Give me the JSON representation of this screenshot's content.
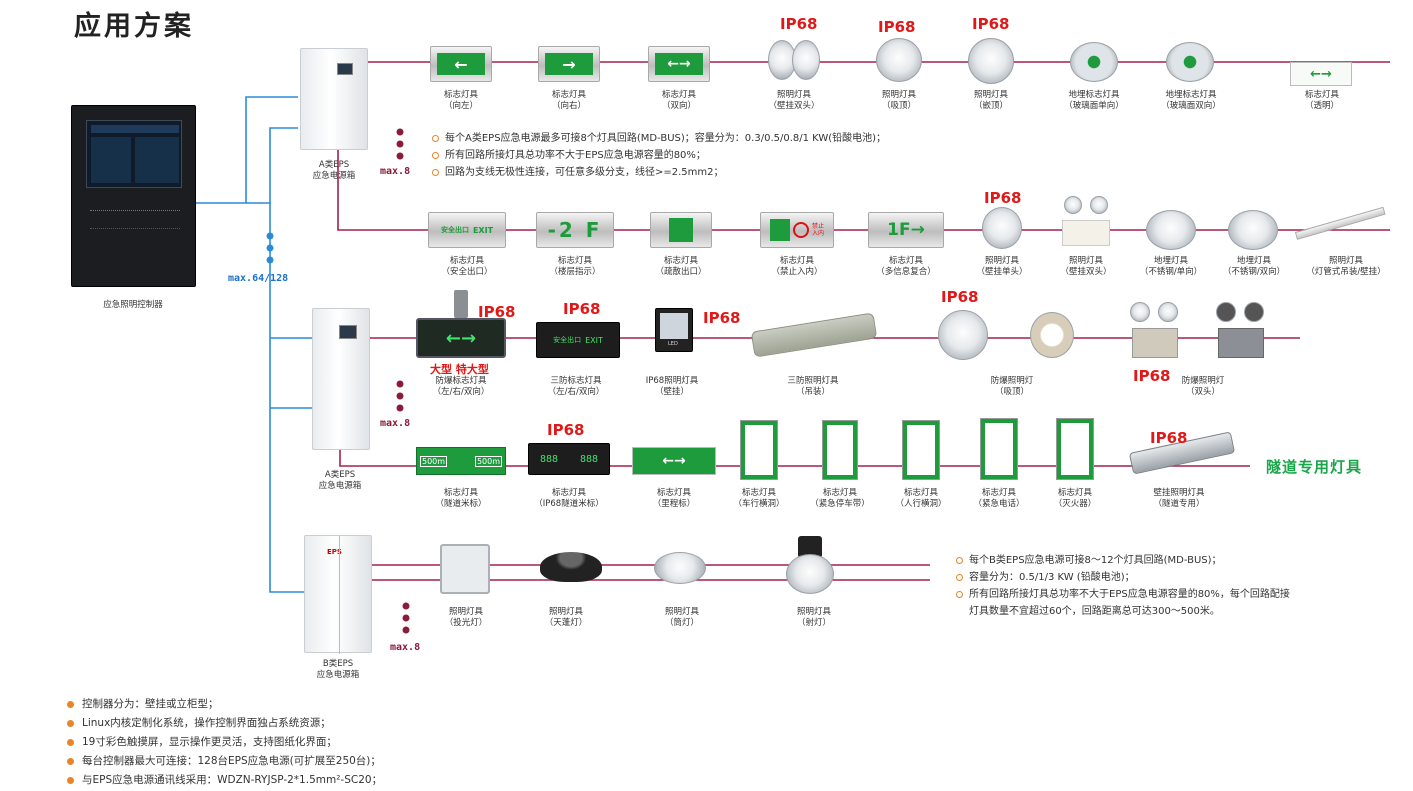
{
  "title": "应用方案",
  "controller": {
    "label": "应急照明控制器"
  },
  "cabinets": {
    "a1": {
      "line1": "A类EPS",
      "line2": "应急电源箱"
    },
    "a2": {
      "line1": "A类EPS",
      "line2": "应急电源箱"
    },
    "b": {
      "line1": "B类EPS",
      "line2": "应急电源箱"
    }
  },
  "max_labels": {
    "bus": "max.64/128",
    "a1": "max.8",
    "a2": "max.8",
    "b": "max.8"
  },
  "ip68": "IP68",
  "row1": [
    {
      "l1": "标志灯具",
      "l2": "（向左）"
    },
    {
      "l1": "标志灯具",
      "l2": "（向右）"
    },
    {
      "l1": "标志灯具",
      "l2": "（双向）"
    },
    {
      "l1": "照明灯具",
      "l2": "（壁挂双头）"
    },
    {
      "l1": "照明灯具",
      "l2": "（吸顶）"
    },
    {
      "l1": "照明灯具",
      "l2": "（嵌顶）"
    },
    {
      "l1": "地埋标志灯具",
      "l2": "（玻璃面单向）"
    },
    {
      "l1": "地埋标志灯具",
      "l2": "（玻璃面双向）"
    },
    {
      "l1": "标志灯具",
      "l2": "（透明）"
    }
  ],
  "row2": [
    {
      "l1": "标志灯具",
      "l2": "（安全出口）"
    },
    {
      "l1": "标志灯具",
      "l2": "（楼层指示）"
    },
    {
      "l1": "标志灯具",
      "l2": "（疏散出口）"
    },
    {
      "l1": "标志灯具",
      "l2": "（禁止入内）"
    },
    {
      "l1": "标志灯具",
      "l2": "（多信息复合）"
    },
    {
      "l1": "照明灯具",
      "l2": "（壁挂单头）"
    },
    {
      "l1": "照明灯具",
      "l2": "（壁挂双头）"
    },
    {
      "l1": "地埋灯具",
      "l2": "（不锈钢/单向）"
    },
    {
      "l1": "地埋灯具",
      "l2": "（不锈钢/双向）"
    },
    {
      "l1": "照明灯具",
      "l2": "（灯管式吊装/壁挂）"
    }
  ],
  "row3": [
    {
      "l1": "防爆标志灯具",
      "l2": "（左/右/双向）"
    },
    {
      "l1": "三防标志灯具",
      "l2": "（左/右/双向）"
    },
    {
      "l1": "IP68照明灯具",
      "l2": "（壁挂）"
    },
    {
      "l1": "三防照明灯具",
      "l2": "（吊装）"
    },
    {
      "l1": "防爆照明灯",
      "l2": "（吸顶）"
    },
    {
      "l1": "防爆照明灯",
      "l2": "（双头）"
    }
  ],
  "row3_size": "大型 特大型",
  "row4": [
    {
      "l1": "标志灯具",
      "l2": "（隧道米标）"
    },
    {
      "l1": "标志灯具",
      "l2": "（IP68隧道米标）"
    },
    {
      "l1": "标志灯具",
      "l2": "（里程标）"
    },
    {
      "l1": "标志灯具",
      "l2": "（车行横洞）"
    },
    {
      "l1": "标志灯具",
      "l2": "（紧急停车带）"
    },
    {
      "l1": "标志灯具",
      "l2": "（人行横洞）"
    },
    {
      "l1": "标志灯具",
      "l2": "（紧急电话）"
    },
    {
      "l1": "标志灯具",
      "l2": "（灭火器）"
    },
    {
      "l1": "壁挂照明灯具",
      "l2": "（隧道专用）"
    }
  ],
  "tunnel_label": "隧道专用灯具",
  "row5": [
    {
      "l1": "照明灯具",
      "l2": "（投光灯）"
    },
    {
      "l1": "照明灯具",
      "l2": "（天蓬灯）"
    },
    {
      "l1": "照明灯具",
      "l2": "（筒灯）"
    },
    {
      "l1": "照明灯具",
      "l2": "（射灯）"
    }
  ],
  "sign_text": {
    "exit": "EXIT",
    "safety_exit": "安全出口",
    "floor": "-2 F",
    "multi": "1F→",
    "forbid1": "禁止",
    "forbid2": "入内",
    "meter": "500m",
    "arrow_left": "←",
    "arrow_right": "→",
    "arrow_both": "←→",
    "led": "LED",
    "eps": "EPS",
    "tunnel_digits": "888"
  },
  "notes_a": [
    "每个A类EPS应急电源最多可接8个灯具回路(MD-BUS)；容量分为：0.3/0.5/0.8/1 KW(铅酸电池)；",
    "所有回路所接灯具总功率不大于EPS应急电源容量的80%；",
    "回路为支线无极性连接，可任意多级分支，线径>=2.5mm2；"
  ],
  "notes_b": [
    "每个B类EPS应急电源可接8～12个灯具回路(MD-BUS)；",
    "容量分为：0.5/1/3 KW (铅酸电池)；",
    "所有回路所接灯具总功率不大于EPS应急电源容量的80%，每个回路配接",
    "灯具数量不宜超过60个，回路距离总可达300～500米。"
  ],
  "bottom_notes": [
    "控制器分为：壁挂或立柜型；",
    "Linux内核定制化系统，操作控制界面独占系统资源；",
    "19寸彩色触摸屏，显示操作更灵活，支持图纸化界面；",
    "每台控制器最大可连接：128台EPS应急电源(可扩展至250台)；",
    "与EPS应急电源通讯线采用：WDZN-RYJSP-2*1.5mm²-SC20；"
  ],
  "colors": {
    "bus_line": "#2a8bd8",
    "branch_line": "#a32050",
    "ip68": "#e01818",
    "tunnel": "#1aa64a",
    "bullet": "#e8842a"
  }
}
